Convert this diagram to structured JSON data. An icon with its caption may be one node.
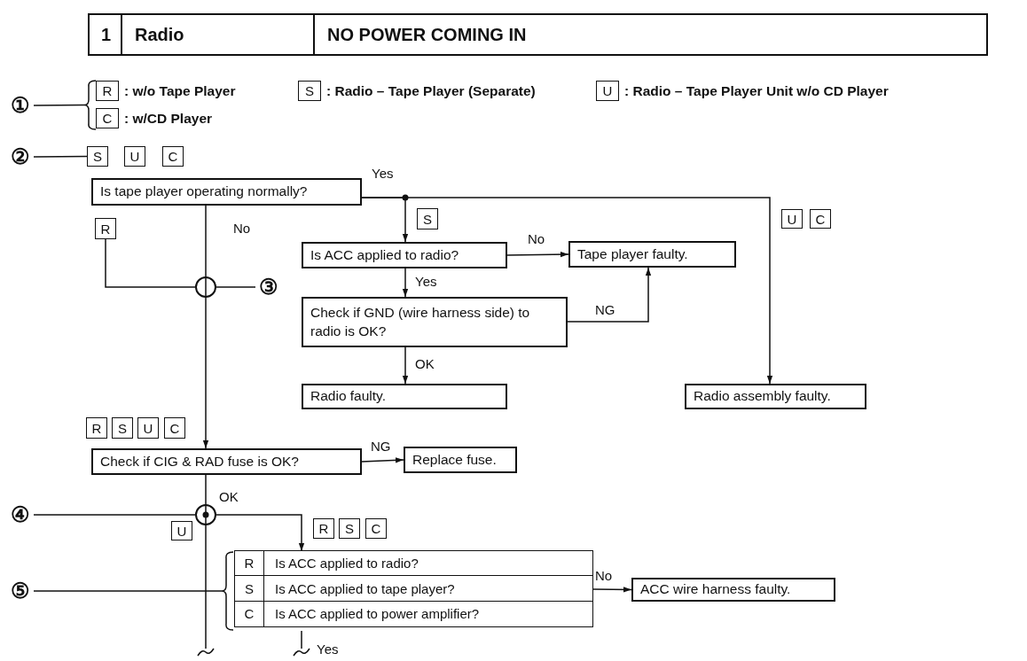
{
  "diagram": {
    "nodes": [
      {
        "text": [
          "1"
        ]
      },
      {
        "text": [
          "Radio"
        ]
      },
      {
        "text": [
          "NO POWER COMING IN"
        ]
      },
      {
        "text": [
          "①"
        ]
      },
      {
        "text": [
          "R"
        ],
        "beside": [
          ": w/o Tape Player"
        ]
      },
      {
        "text": [
          "S"
        ],
        "beside": [
          ": Radio – Tape Player (Separate)"
        ]
      },
      {
        "text": [
          "U"
        ],
        "beside": [
          ": Radio – Tape Player Unit w/o CD Player"
        ]
      },
      {
        "text": [
          "C"
        ],
        "beside": [
          ": w/CD Player"
        ]
      },
      {
        "text": [
          "②"
        ]
      },
      {
        "text": [
          "S"
        ]
      },
      {
        "text": [
          "U"
        ]
      },
      {
        "text": [
          "C"
        ]
      },
      {
        "text": [
          "Is tape player operating normally?"
        ]
      },
      {
        "text": [
          "R"
        ]
      },
      {
        "text": [],
        "shape": "circle"
      },
      {
        "text": [
          "③"
        ]
      },
      {
        "text": [
          "S"
        ]
      },
      {
        "text": [
          "Is ACC applied to radio?"
        ]
      },
      {
        "text": [
          "Tape player faulty."
        ]
      },
      {
        "text": [
          "Check if GND (wire harness side) to radio is OK?"
        ]
      },
      {
        "text": [
          "Radio faulty."
        ]
      },
      {
        "text": [
          "U"
        ]
      },
      {
        "text": [
          "C"
        ]
      },
      {
        "text": [
          "Radio assembly faulty."
        ]
      },
      {
        "text": [
          "R"
        ]
      },
      {
        "text": [
          "S"
        ]
      },
      {
        "text": [
          "U"
        ]
      },
      {
        "text": [
          "C"
        ]
      },
      {
        "text": [
          "Check if CIG & RAD fuse is OK?"
        ]
      },
      {
        "text": [
          "Replace fuse."
        ]
      },
      {
        "text": [
          "④"
        ]
      },
      {
        "text": [],
        "shape": "circle"
      },
      {
        "text": [
          "U"
        ]
      },
      {
        "text": [
          "R"
        ]
      },
      {
        "text": [
          "S"
        ]
      },
      {
        "text": [
          "C"
        ]
      },
      {
        "text": [
          "⑤"
        ]
      },
      {
        "text": [],
        "shape": "box"
      },
      {
        "text": [
          "R",
          "Is ACC applied to radio?"
        ],
        "in": 37
      },
      {
        "text": [
          "S",
          "Is ACC applied to tape player?"
        ],
        "in": 37
      },
      {
        "text": [
          "C",
          "Is ACC applied to power amplifier?"
        ],
        "in": 37
      },
      {
        "text": [
          "ACC wire harness faulty."
        ]
      },
      {
        "text": [],
        "shape": "brace"
      },
      {
        "text": [],
        "shape": "brace"
      }
    ],
    "edges": [
      {
        "from": 3,
        "to": 42,
        "arrow": "none"
      },
      {
        "from": 8,
        "to": 9,
        "arrow": "none"
      },
      {
        "from": 12,
        "to": 17,
        "arrow": "to",
        "label": "Yes"
      },
      {
        "from": 12,
        "to": 23,
        "arrow": "to"
      },
      {
        "from": 12,
        "to": 14,
        "arrow": "none",
        "label": "No"
      },
      {
        "from": 13,
        "to": 14,
        "arrow": "none"
      },
      {
        "from": 15,
        "to": 14,
        "arrow": "none"
      },
      {
        "from": 14,
        "to": 28,
        "arrow": "to"
      },
      {
        "from": 17,
        "to": 18,
        "arrow": "to",
        "label": "No"
      },
      {
        "from": 17,
        "to": 19,
        "arrow": "to",
        "label": "Yes"
      },
      {
        "from": 19,
        "to": 18,
        "arrow": "to",
        "label": "NG"
      },
      {
        "from": 19,
        "to": 20,
        "arrow": "to",
        "label": "OK"
      },
      {
        "from": 28,
        "to": 29,
        "arrow": "to",
        "label": "NG"
      },
      {
        "from": 28,
        "to": 31,
        "arrow": "none",
        "label": "OK"
      },
      {
        "from": 30,
        "to": 31,
        "arrow": "none"
      },
      {
        "from": 31,
        "to": 37,
        "arrow": "to"
      },
      {
        "from": 31,
        "to": null,
        "arrow": "none"
      },
      {
        "from": 36,
        "to": 43,
        "arrow": "none"
      },
      {
        "from": 37,
        "to": 41,
        "arrow": "to",
        "label": "No"
      },
      {
        "from": 37,
        "to": null,
        "arrow": "none",
        "label": "Yes"
      }
    ]
  }
}
